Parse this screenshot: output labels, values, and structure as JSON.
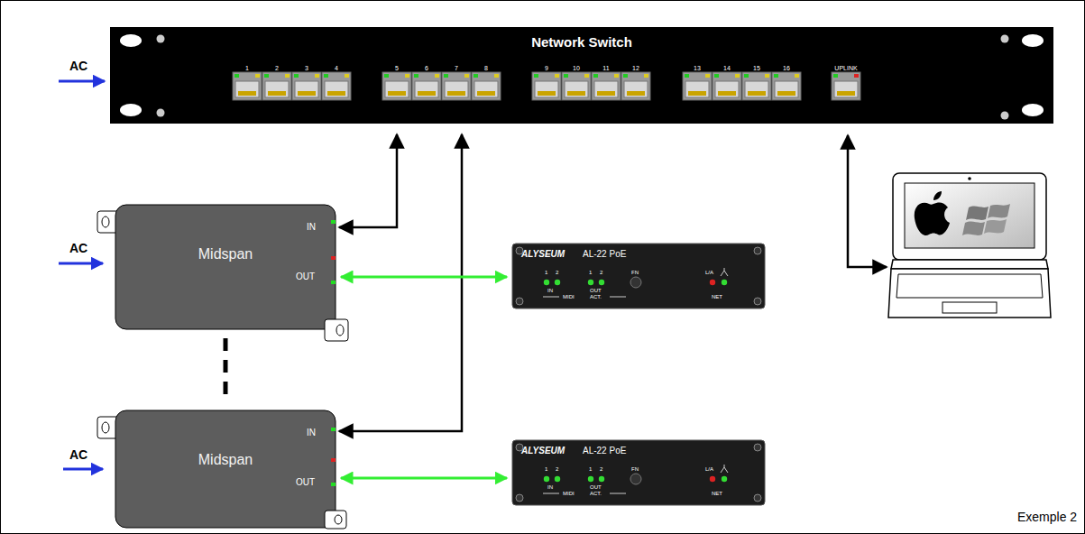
{
  "diagram": {
    "nodes": [
      {
        "text": [
          "Network Switch"
        ]
      },
      {
        "text": [
          "Midspan",
          "IN",
          "OUT"
        ]
      },
      {
        "text": [
          "Midspan",
          "IN",
          "OUT"
        ]
      },
      {
        "text": [
          "ALYSEUM",
          "AL-22 PoE",
          "1",
          "2",
          "IN",
          "1",
          "2",
          "OUT",
          "MIDI",
          "ACT.",
          "FN",
          "L/A",
          "NET"
        ]
      },
      {
        "text": [
          "ALYSEUM",
          "AL-22 PoE",
          "1",
          "2",
          "IN",
          "1",
          "2",
          "OUT",
          "MIDI",
          "ACT.",
          "FN",
          "L/A",
          "NET"
        ]
      }
    ],
    "edges": [
      {
        "from": 0,
        "to": 1,
        "arrow": "both"
      },
      {
        "from": 0,
        "to": 2,
        "arrow": "both"
      },
      {
        "from": 1,
        "to": 3,
        "arrow": "both"
      },
      {
        "from": 2,
        "to": 4,
        "arrow": "both"
      }
    ],
    "labels": [
      "AC",
      "AC",
      "AC",
      "1",
      "2",
      "3",
      "4",
      "5",
      "6",
      "7",
      "8",
      "9",
      "10",
      "11",
      "12",
      "13",
      "14",
      "15",
      "16",
      "UPLINK",
      "Exemple 2"
    ]
  }
}
